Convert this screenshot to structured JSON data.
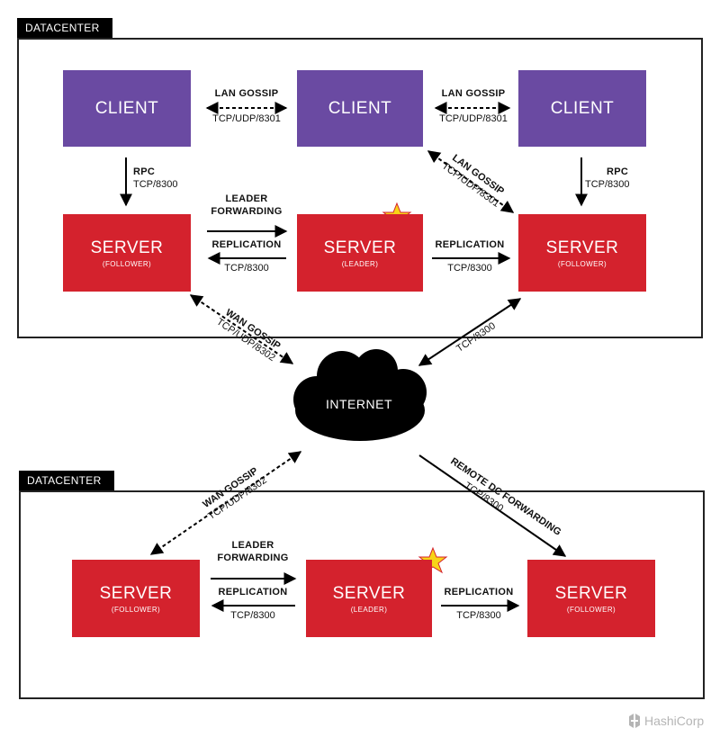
{
  "datacenter1": {
    "title": "DATACENTER 1",
    "clients": [
      {
        "name": "CLIENT"
      },
      {
        "name": "CLIENT"
      },
      {
        "name": "CLIENT"
      }
    ],
    "servers": [
      {
        "name": "SERVER",
        "role": "(FOLLOWER)"
      },
      {
        "name": "SERVER",
        "role": "(LEADER)"
      },
      {
        "name": "SERVER",
        "role": "(FOLLOWER)"
      }
    ],
    "lan_gossip_1": {
      "title": "LAN GOSSIP",
      "port": "TCP/UDP/8301"
    },
    "lan_gossip_2": {
      "title": "LAN GOSSIP",
      "port": "TCP/UDP/8301"
    },
    "lan_gossip_diag": {
      "title": "LAN GOSSIP",
      "port": "TCP/UDP/8301"
    },
    "rpc_left": {
      "title": "RPC",
      "port": "TCP/8300"
    },
    "rpc_right": {
      "title": "RPC",
      "port": "TCP/8300"
    },
    "leader_forwarding": {
      "line1": "LEADER",
      "line2": "FORWARDING"
    },
    "replication_left": {
      "title": "REPLICATION",
      "port": "TCP/8300"
    },
    "replication_right": {
      "title": "REPLICATION",
      "port": "TCP/8300"
    }
  },
  "internet": {
    "label": "INTERNET",
    "wan_gossip_dc1": {
      "title": "WAN GOSSIP",
      "port": "TCP/UDP/8302"
    },
    "tcp_dc1_right": {
      "port": "TCP/8300"
    },
    "wan_gossip_dc2": {
      "title": "WAN GOSSIP",
      "port": "TCP/UDP/8302"
    },
    "remote_dc": {
      "title": "REMOTE DC FORWARDING",
      "port": "TCP/8300"
    }
  },
  "datacenter2": {
    "title": "DATACENTER 2",
    "servers": [
      {
        "name": "SERVER",
        "role": "(FOLLOWER)"
      },
      {
        "name": "SERVER",
        "role": "(LEADER)"
      },
      {
        "name": "SERVER",
        "role": "(FOLLOWER)"
      }
    ],
    "leader_forwarding": {
      "line1": "LEADER",
      "line2": "FORWARDING"
    },
    "replication_left": {
      "title": "REPLICATION",
      "port": "TCP/8300"
    },
    "replication_right": {
      "title": "REPLICATION",
      "port": "TCP/8300"
    }
  },
  "logo": {
    "text": "HashiCorp"
  },
  "colors": {
    "client": "#6a4aa2",
    "server": "#d4222d",
    "star": "#f7d417"
  }
}
